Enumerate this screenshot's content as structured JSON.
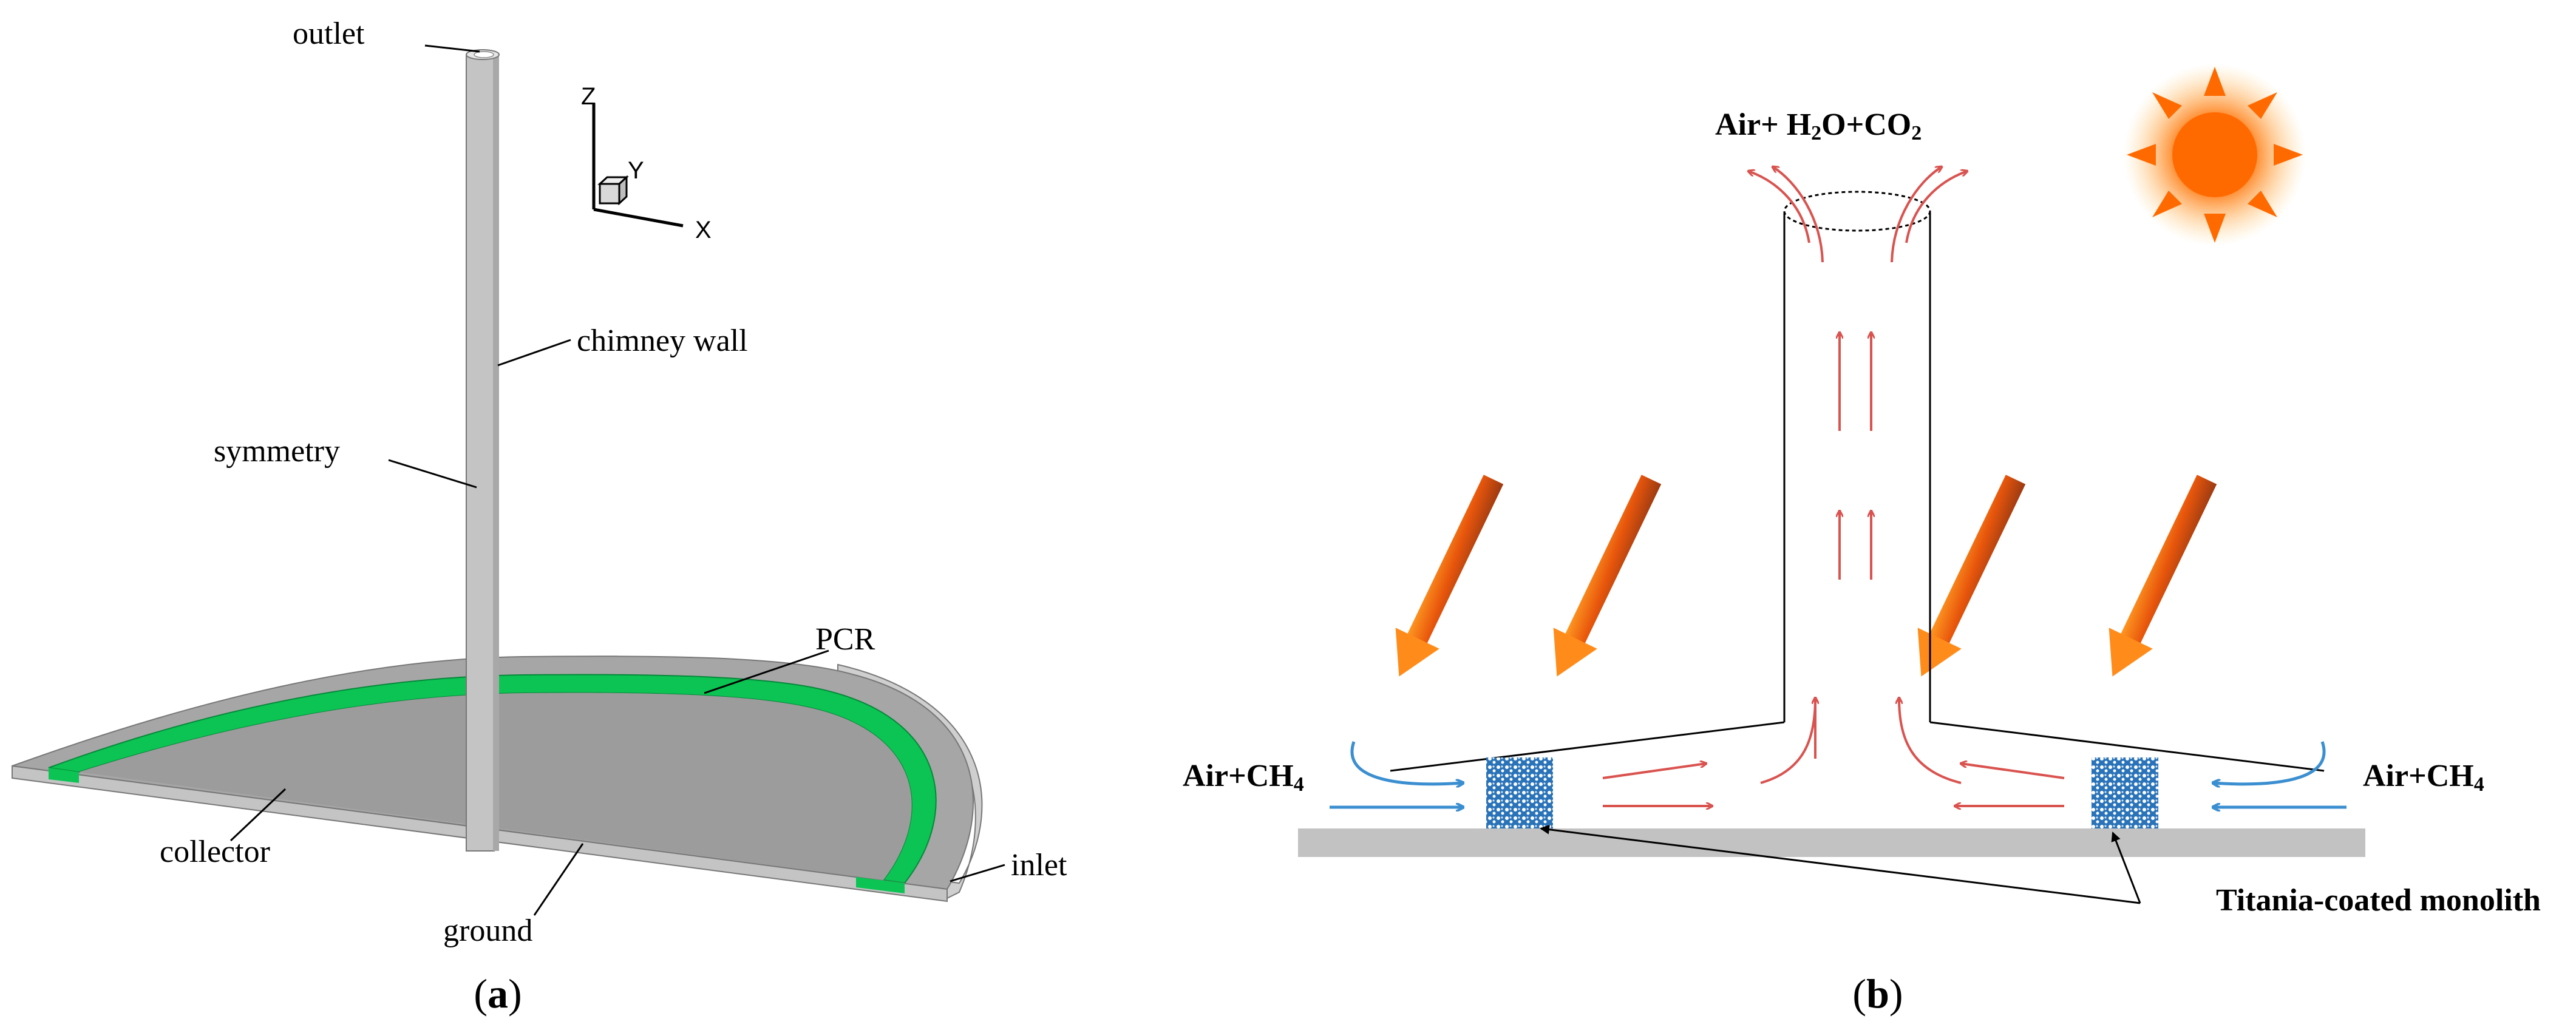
{
  "panel_a": {
    "labels": {
      "outlet": "outlet",
      "chimney_wall": "chimney wall",
      "symmetry": "symmetry",
      "pcr": "PCR",
      "collector": "collector",
      "ground": "ground",
      "inlet": "inlet"
    },
    "axes": {
      "z": "Z",
      "y": "Y",
      "x": "X"
    },
    "caption_letter": "a",
    "colors": {
      "pcr": "#0bc453",
      "collector": "#9c9c9c",
      "rim": "#c8c8c8"
    }
  },
  "panel_b": {
    "outlet_label_prefix": "Air+ H",
    "outlet_sub1": "2",
    "outlet_mid": "O+CO",
    "outlet_sub2": "2",
    "inlet_left_prefix": "Air+CH",
    "inlet_left_sub": "4",
    "inlet_right_prefix": "Air+CH",
    "inlet_right_sub": "4",
    "monolith_label": "Titania-coated monolith",
    "caption_letter": "b",
    "colors": {
      "sun": "#ff6a00",
      "flow": "#d9534f",
      "inflow": "#3b8fd0",
      "ground": "#c2c2c2"
    }
  }
}
